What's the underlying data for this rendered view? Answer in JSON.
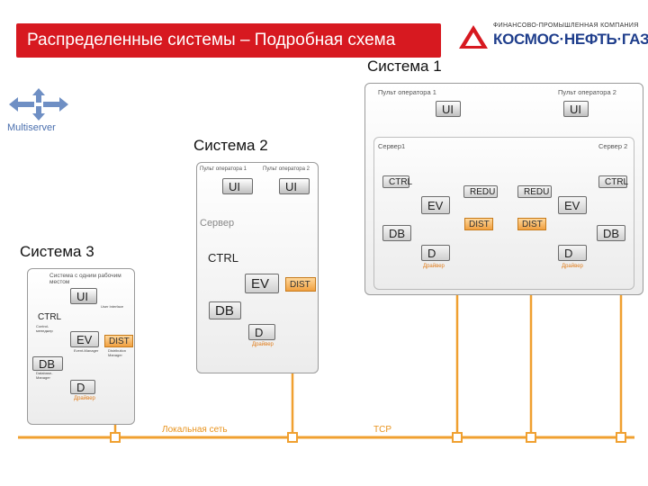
{
  "title": "Распределенные системы – Подробная схема",
  "logo": {
    "small": "ФИНАНСОВО-ПРОМЫШЛЕННАЯ КОМПАНИЯ",
    "big": "КОСМОС·НЕФТЬ·ГАЗ"
  },
  "multiserver": "Multiserver",
  "system1": {
    "label": "Система 1",
    "console1": "Пульт оператора 1",
    "console2": "Пульт оператора 2",
    "server1": "Сервер1",
    "server2": "Сервер 2",
    "ui1": "UI",
    "ui2": "UI",
    "ctrl1": "CTRL",
    "ctrl2": "CTRL",
    "redu1": "REDU",
    "redu2": "REDU",
    "ev1": "EV",
    "ev2": "EV",
    "dist1": "DIST",
    "dist2": "DIST",
    "db1": "DB",
    "db2": "DB",
    "d1": "D",
    "d2": "D",
    "drv1": "Драйвер",
    "drv2": "Драйвер"
  },
  "system2": {
    "label": "Система 2",
    "console1": "Пульт оператора 1",
    "console2": "Пульт оператора 2",
    "server": "Сервер",
    "ui1": "UI",
    "ui2": "UI",
    "ctrl": "CTRL",
    "ev": "EV",
    "dist": "DIST",
    "db": "DB",
    "d": "D",
    "drv": "Драйвер"
  },
  "system3": {
    "label": "Система 3",
    "single": "Система с одним рабочим местом",
    "ui": "UI",
    "ui_sub": "User Interface",
    "ctrl": "CTRL",
    "ctrl_sub": "Control-менеджер",
    "ev": "EV",
    "ev_sub": "Event-Manager",
    "dist": "DIST",
    "dist_sub": "Distribution Manager",
    "db": "DB",
    "db_sub": "Database-Manager",
    "d": "D",
    "drv": "Драйвер"
  },
  "network": {
    "lan": "Локальная сеть",
    "tcp": "TCP"
  }
}
